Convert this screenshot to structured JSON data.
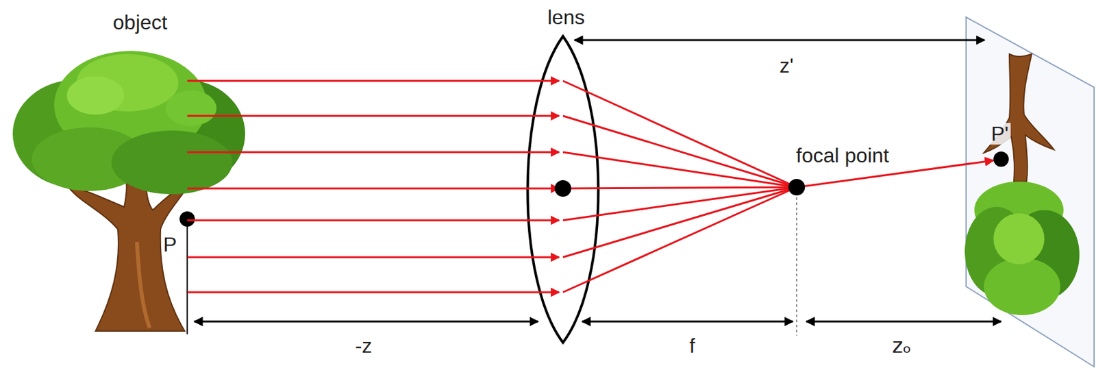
{
  "diagram": {
    "labels": [
      "object",
      "lens",
      "z'",
      "focal point",
      "P'",
      "P",
      "-z",
      "f",
      "zₒ"
    ]
  }
}
